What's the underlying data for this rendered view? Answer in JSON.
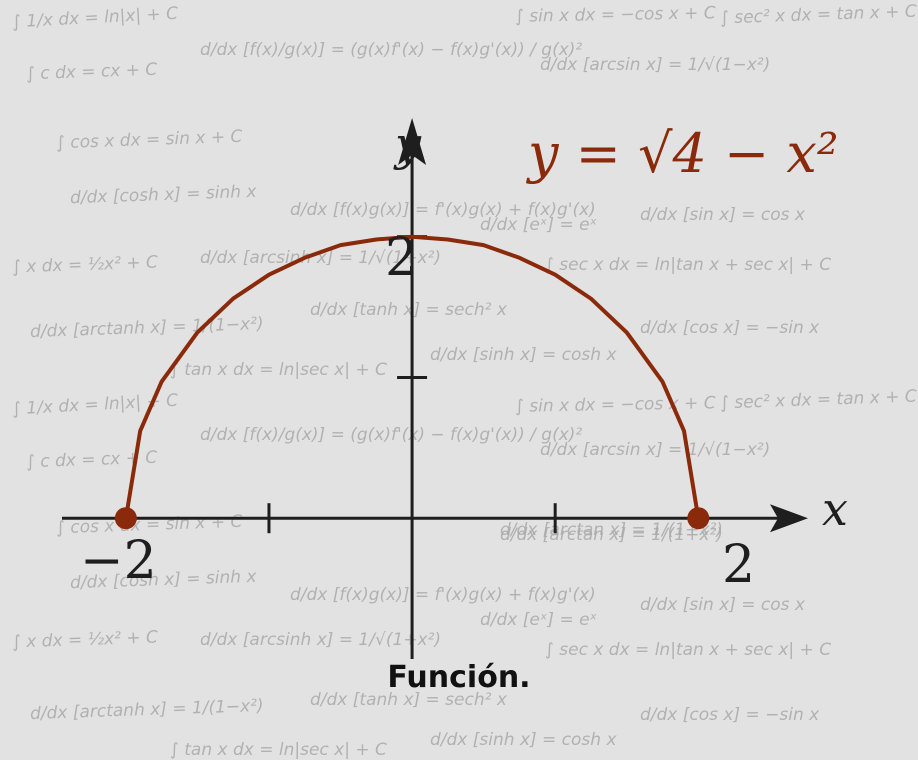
{
  "background": {
    "formulas": [
      "∫ 1/x dx = ln|x| + C",
      "∫ c dx = cx + C",
      "∫ cos x dx = sin x + C",
      "d/dx [cosh x] = sinh x",
      "∫ x dx = ½x² + C",
      "d/dx [arctanh x] = 1/(1−x²)",
      "d/dx [f(x)/g(x)] = (g(x)f'(x) − f(x)g'(x)) / g(x)²",
      "d/dx [arcsin x] = 1/√(1−x²)",
      "∫ sin x dx = −cos x + C",
      "∫ sec² x dx = tan x + C",
      "d/dx [sin x] = cos x",
      "∫ sec x dx = ln|tan x + sec x| + C",
      "d/dx [cos x] = −sin x",
      "d/dx [arcsinh x] = 1/√(1+x²)",
      "d/dx [tanh x] = sech² x",
      "∫ tan x dx = ln|sec x| + C",
      "d/dx [sinh x] = cosh x",
      "d/dx [f(x)g(x)] = f'(x)g(x) + f(x)g'(x)",
      "d/dx [eˣ] = eˣ",
      "d/dx [arctan x] = 1/(1+x²)"
    ]
  },
  "chart_data": {
    "type": "line",
    "equation": "y = √4 − x²",
    "xlabel": "x",
    "ylabel": "y",
    "tick_labels": {
      "x_left": "−2",
      "x_right": "2",
      "y_top": "2"
    },
    "xlim": [
      -2.6,
      3.2
    ],
    "ylim": [
      -1.05,
      2.9
    ],
    "x_ticks": [
      -1,
      1
    ],
    "y_ticks": [
      1,
      2
    ],
    "series": [
      {
        "color": "#8b2a0b",
        "x": [
          -2,
          -1.9,
          -1.75,
          -1.5,
          -1.25,
          -1,
          -0.75,
          -0.5,
          -0.25,
          0,
          0.25,
          0.5,
          0.75,
          1,
          1.25,
          1.5,
          1.75,
          1.9,
          2
        ],
        "y": [
          0,
          0.62,
          0.97,
          1.32,
          1.56,
          1.73,
          1.85,
          1.94,
          1.98,
          2,
          1.98,
          1.94,
          1.85,
          1.73,
          1.56,
          1.32,
          0.97,
          0.62,
          0
        ]
      }
    ],
    "points": [
      {
        "x": -2,
        "y": 0
      },
      {
        "x": 2,
        "y": 0
      }
    ],
    "grid": false,
    "axis_color": "#1e1e1e"
  },
  "caption": "Función."
}
